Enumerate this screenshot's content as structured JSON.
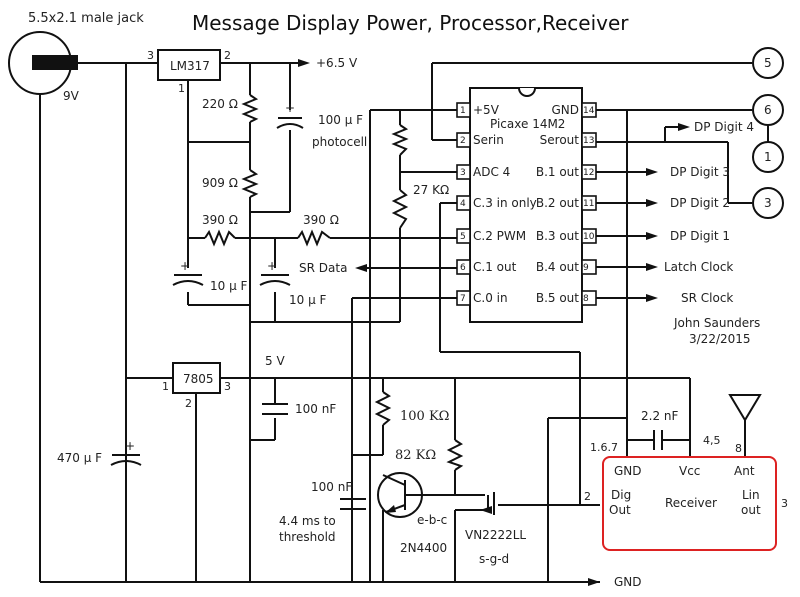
{
  "title": "Message Display Power, Processor,Receiver",
  "author": "John Saunders",
  "date": "3/22/2015",
  "colors": {
    "wire": "#111111",
    "receiver_box": "#dd2222",
    "background": "#ffffff"
  },
  "power_input": {
    "jack_label": "5.5x2.1 male jack",
    "voltage": "9V"
  },
  "lm317": {
    "name": "LM317",
    "pins": [
      "3",
      "2",
      "1"
    ],
    "output": "+6.5 V"
  },
  "resistors": {
    "r220": "220 Ω",
    "r909": "909 Ω",
    "r390a": "390 Ω",
    "r390b": "390 Ω",
    "r27k": "27 KΩ",
    "r100k": "100 KΩ",
    "r82k": "82 KΩ"
  },
  "capacitors": {
    "c100u": "100 µ F",
    "c10u_a": "10 µ F",
    "c10u_b": "10 µ F",
    "c470u": "470 µ F",
    "c100n_a": "100 nF",
    "c100n_b": "100 nF",
    "c2n2": "2.2 nF"
  },
  "photocell_label": "photocell",
  "sr_data_label": "SR Data",
  "reg7805": {
    "name": "7805",
    "pins": [
      "1",
      "2",
      "3"
    ],
    "output": "5 V"
  },
  "timing_note": [
    "4.4 ms to",
    "threshold"
  ],
  "transistor": {
    "pinout": "e-b-c",
    "part": "2N4400"
  },
  "mosfet": {
    "part": "VN2222LL",
    "pinout": "s-g-d"
  },
  "gnd_label": "GND",
  "picaxe": {
    "name": "Picaxe 14M2",
    "left_pins": [
      {
        "num": "1",
        "label": "+5V"
      },
      {
        "num": "2",
        "label": "Serin"
      },
      {
        "num": "3",
        "label": "ADC 4"
      },
      {
        "num": "4",
        "label": "C.3 in only"
      },
      {
        "num": "5",
        "label": "C.2 PWM"
      },
      {
        "num": "6",
        "label": "C.1 out"
      },
      {
        "num": "7",
        "label": "C.0 in"
      }
    ],
    "right_pins": [
      {
        "num": "14",
        "label": "GND"
      },
      {
        "num": "13",
        "label": "Serout"
      },
      {
        "num": "12",
        "label": "B.1 out"
      },
      {
        "num": "11",
        "label": "B.2 out"
      },
      {
        "num": "10",
        "label": "B.3 out"
      },
      {
        "num": "9",
        "label": "B.4 out"
      },
      {
        "num": "8",
        "label": "B.5 out"
      }
    ]
  },
  "outputs": [
    "DP Digit 4",
    "DP Digit 3",
    "DP Digit 2",
    "DP Digit 1",
    "Latch Clock",
    "SR Clock"
  ],
  "connectors": [
    "5",
    "6",
    "1",
    "3"
  ],
  "receiver": {
    "name": "Receiver",
    "gnd": "GND",
    "vcc": "Vcc",
    "ant": "Ant",
    "dig_out": [
      "Dig",
      "Out"
    ],
    "lin_out": [
      "Lin",
      "out"
    ],
    "pin_gnd": "1.6.7",
    "pin_vcc": "4,5",
    "pin_ant": "8",
    "pin_dig": "2",
    "pin_lin": "3"
  }
}
